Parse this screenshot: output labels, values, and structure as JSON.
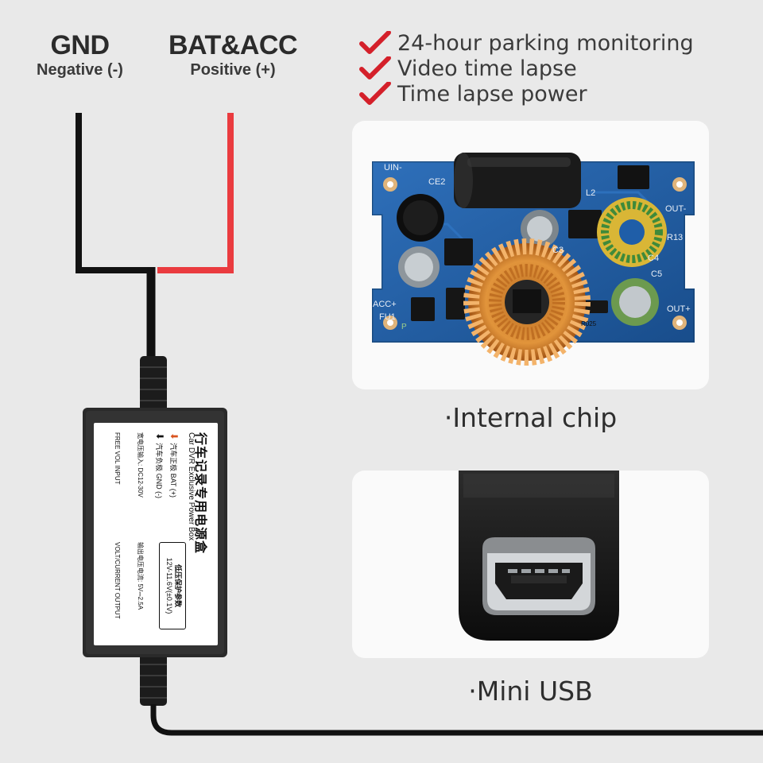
{
  "wires": {
    "left": {
      "title": "GND",
      "subtitle": "Negative (-)"
    },
    "right": {
      "title": "BAT&ACC",
      "subtitle": "Positive (+)"
    }
  },
  "features": [
    {
      "label": "24-hour parking monitoring",
      "icon": "checkmark-icon"
    },
    {
      "label": "Video time lapse",
      "icon": "checkmark-icon"
    },
    {
      "label": "Time lapse power",
      "icon": "checkmark-icon"
    }
  ],
  "panels": {
    "chip_caption": "·Internal chip",
    "usb_caption": "·Mini USB"
  },
  "pcb_labels": {
    "uin": "UIN-",
    "ce2": "CE2",
    "l2": "L2",
    "out_minus": "OUT-",
    "acc": "ACC+",
    "fu1": "FU1",
    "out_plus": "OUT+",
    "c3": "C3",
    "c4": "C4",
    "c5": "C5",
    "r13": "R13",
    "r025": "R025",
    "p": "P"
  },
  "box_label": {
    "title_cn": "行车记录专用电源盒",
    "title_en": "Car DVR Exclusive Power Box",
    "bat_line": "汽车正极 BAT (+)",
    "gnd_line": "汽车负极 GND (-)",
    "input_cn": "宽电压输入: DC12-30V",
    "input_en": "FREE VOL INPUT",
    "output_cn": "输出电压电流: 5V⎓2.5A",
    "output_en": "VOLT/CURRENT OUTPUT",
    "protect_title": "低压保护参数",
    "protect_value": "12V-11.6V(±0.1V)"
  },
  "colors": {
    "background": "#e9e9e9",
    "check_red": "#d4202a",
    "wire_red": "#ea3b3f",
    "wire_black": "#121212",
    "pcb_blue": "#1f5ea8"
  }
}
